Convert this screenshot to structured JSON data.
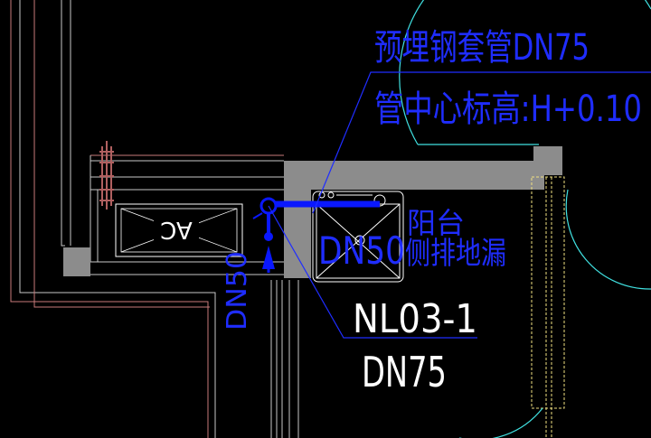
{
  "drawing": {
    "annotation_sleeve": {
      "line1": "预埋钢套管DN75",
      "line2": "管中心标高:H+0.10"
    },
    "annotation_drain": {
      "size": "DN50",
      "description": "阳台",
      "type": "侧排地漏"
    },
    "riser": {
      "id": "NL03-1",
      "size": "DN75"
    },
    "vertical_pipe_label": "DN50",
    "ac_unit_label": "AC"
  },
  "colors": {
    "background": "#000000",
    "annotation_blue": "#1f2dff",
    "wall_gray": "#8c8c8c",
    "wall_lines": "#c8c8c8",
    "pipe_blue": "#0a18ff",
    "door_cyan": "#40e0e0",
    "radiator_red": "#b06060",
    "column_yellow": "#f0e080",
    "outline_white": "#ffffff",
    "pink_lines": "#c87a7a"
  }
}
